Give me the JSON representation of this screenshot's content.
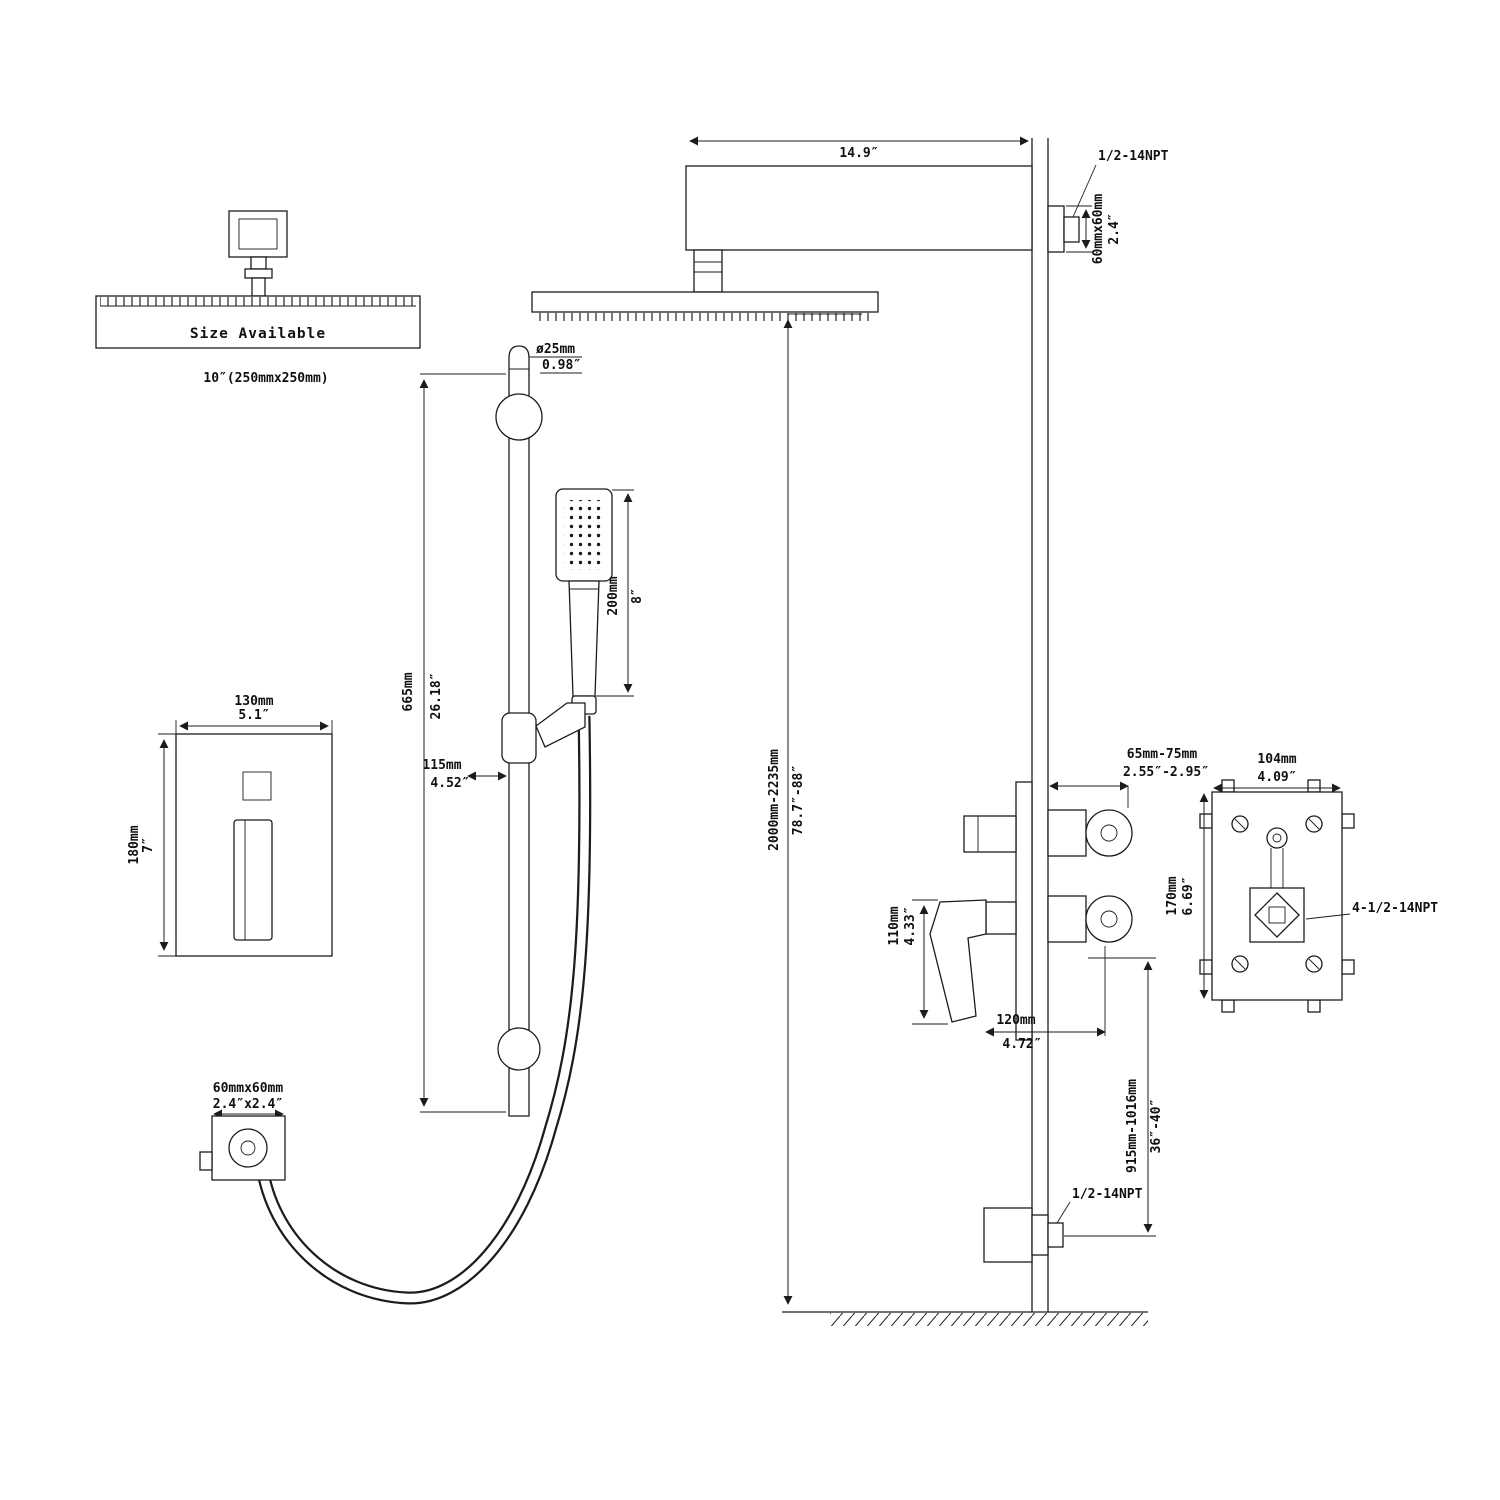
{
  "drawing": {
    "shower_head_front": {
      "label": "Size Available",
      "size_note": "10″(250mmx250mm)"
    },
    "slide_bar": {
      "dia_mm": "ø25mm",
      "dia_in": "0.98″",
      "len_mm": "665mm",
      "len_in": "26.18″",
      "holder_mm": "115mm",
      "holder_in": "4.52″"
    },
    "hand_shower": {
      "len_mm": "200mm",
      "len_in": "8″"
    },
    "trim_plate": {
      "width_mm": "130mm",
      "width_in": "5.1″",
      "height_mm": "180mm",
      "height_in": "7″"
    },
    "tub_spout": {
      "size_mm": "60mmx60mm",
      "size_in": "2.4″x2.4″"
    },
    "elevation": {
      "arm_len_in": "14.9″",
      "top_npt": "1/2-14NPT",
      "arm_sq_mm": "60mmx60mm",
      "arm_sq_in": "2.4″",
      "total_h_mm": "2000mm-2235mm",
      "total_h_in": "78.7″-88″",
      "valve_depth_mm": "65mm-75mm",
      "valve_depth_in": "2.55″-2.95″",
      "lever_mm": "110mm",
      "lever_in": "4.33″",
      "valve_w_mm": "120mm",
      "valve_w_in": "4.72″",
      "spout_h_mm": "915mm-1016mm",
      "spout_h_in": "36″-40″",
      "bottom_npt": "1/2-14NPT"
    },
    "rough_in_valve": {
      "width_mm": "104mm",
      "width_in": "4.09″",
      "height_mm": "170mm",
      "height_in": "6.69″",
      "npt": "4-1/2-14NPT"
    }
  }
}
